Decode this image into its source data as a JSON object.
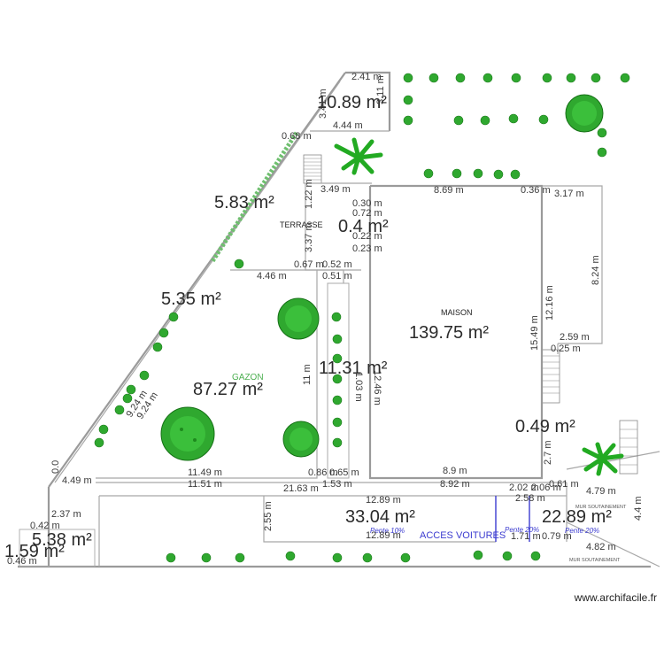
{
  "rooms": {
    "top_area": "10.89 m²",
    "terrace_left_area": "5.83 m²",
    "terrace_small_area": "0.4 m²",
    "strip_area": "5.35 m²",
    "maison_label": "MAISON",
    "maison_area": "139.75 m²",
    "terrasse_label": "TERRASSE",
    "gazon_label": "GAZON",
    "gazon_area": "87.27 m²",
    "path_area": "11.31 m²",
    "right_small_area": "0.49 m²",
    "acces_area": "33.04 m²",
    "acces_label": "ACCES VOITURES",
    "right_bottom_area": "22.89 m²",
    "bottom_left_area": "1.59 m²",
    "bottom_left_area2": "5.38 m²"
  },
  "slopes": [
    "Pente 10%",
    "Pente 20%",
    "Pente 20%"
  ],
  "walls": [
    "MUR SOUTAINEMENT",
    "MUR SOUTAINEMENT"
  ],
  "dims": {
    "d_2_41": "2.41 m",
    "d_3_11": "3.11 m",
    "d_3_41": "3.41 m",
    "d_4_44": "4.44 m",
    "d_0_68": "0.68 m",
    "d_3_49": "3.49 m",
    "d_8_69": "8.69 m",
    "d_0_36": "0.36 m",
    "d_3_17": "3.17 m",
    "d_1_22": "1.22 m",
    "d_0_30": "0.30 m",
    "d_0_72": "0.72 m",
    "d_0_22": "0.22 m",
    "d_0_23": "0.23 m",
    "d_3_37": "3.37 m",
    "d_0_67": "0.67 m",
    "d_0_52": "0.52 m",
    "d_0_51": "0.51 m",
    "d_4_46": "4.46 m",
    "d_8_24": "8.24 m",
    "d_12_16": "12.16 m",
    "d_15_49": "15.49 m",
    "d_2_59": "2.59 m",
    "d_0_25": "0.25 m",
    "d_12_46": "12.46 m",
    "d_11": "11 m",
    "d_1_03": "1.03 m",
    "d_9_24": "9.24 m",
    "d_9_24b": "9.24 m",
    "d_11_49": "11.49 m",
    "d_11_51": "11.51 m",
    "d_0_86": "0.86 m",
    "d_0_65": "0.65 m",
    "d_21_63": "21.63 m",
    "d_1_53": "1.53 m",
    "d_8_9": "8.9 m",
    "d_8_92": "8.92 m",
    "d_12_89": "12.89 m",
    "d_12_89b": "12.89 m",
    "d_2_02": "2.02 m",
    "d_2_06": "2.06 m",
    "d_2_58": "2.58 m",
    "d_4_79": "4.79 m",
    "d_4_82": "4.82 m",
    "d_4_4": "4.4 m",
    "d_2_55": "2.55 m",
    "d_2_7": "2.7 m",
    "d_1_71": "1.71 m",
    "d_0_79": "0.79 m",
    "d_4_49": "4.49 m",
    "d_2_37": "2.37 m",
    "d_0_42": "0.42 m",
    "d_0_46": "0.46 m",
    "d_0_0": "0.0",
    "d_0_61": "0.61 m"
  },
  "watermark": "www.archifacile.fr",
  "colors": {
    "wall": "#9a9a9a",
    "vegetation": "#2fa82f",
    "acces": "#3b3bd0",
    "gazon": "#4caf50"
  }
}
